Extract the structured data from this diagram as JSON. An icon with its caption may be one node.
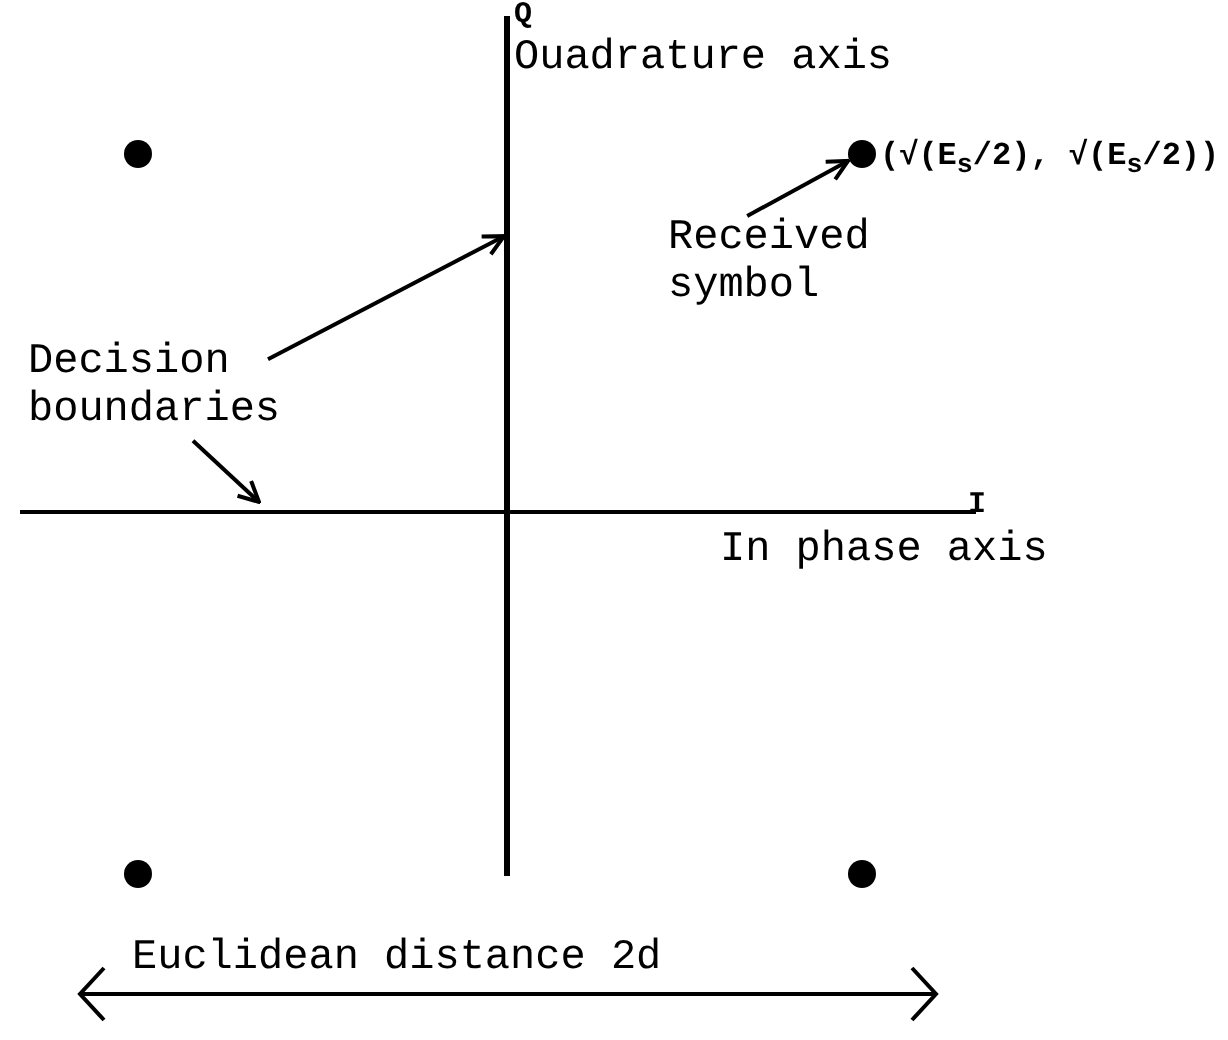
{
  "diagram": {
    "nodes": [
      {
        "text": [
          "Decision boundaries"
        ]
      },
      {
        "text": [],
        "shape": "bar",
        "beside": [
          "Q",
          "Ouadrature axis"
        ]
      },
      {
        "text": [],
        "shape": "bar",
        "beside": [
          "I",
          "In phase axis"
        ]
      },
      {
        "text": [
          "Received symbol"
        ]
      },
      {
        "text": [],
        "shape": "circle"
      },
      {
        "text": [],
        "shape": "circle",
        "beside": [
          "(√(E$_{s}$/2), √(E$_{s}$/2))"
        ]
      },
      {
        "text": [],
        "shape": "circle"
      },
      {
        "text": [],
        "shape": "circle"
      }
    ],
    "edges": [
      {
        "from": 0,
        "to": 1,
        "arrow": "to"
      },
      {
        "from": 0,
        "to": 2,
        "arrow": "to"
      },
      {
        "from": 3,
        "to": 5,
        "arrow": "to"
      }
    ],
    "labels": [
      "Euclidean distance 2d"
    ]
  }
}
